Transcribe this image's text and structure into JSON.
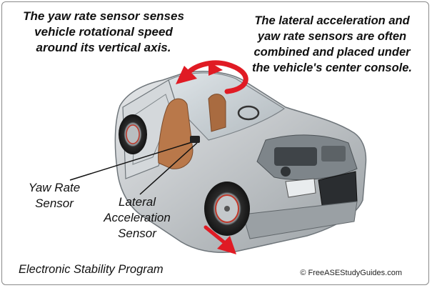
{
  "captions": {
    "left": "The yaw rate sensor senses\nvehicle rotational speed\naround its vertical axis.",
    "right": "The lateral acceleration and\nyaw rate sensors are often\ncombined and placed under\nthe vehicle's center console."
  },
  "labels": {
    "yaw_rate_sensor": "Yaw Rate\nSensor",
    "lateral_acceleration_sensor": "Lateral\nAcceleration\nSensor"
  },
  "footer": {
    "title": "Electronic Stability Program",
    "copyright": "© FreeASEStudyGuides.com"
  },
  "colors": {
    "arrow": "#e01b24",
    "car_body": "#bfc3c6",
    "seat": "#b9784a"
  }
}
